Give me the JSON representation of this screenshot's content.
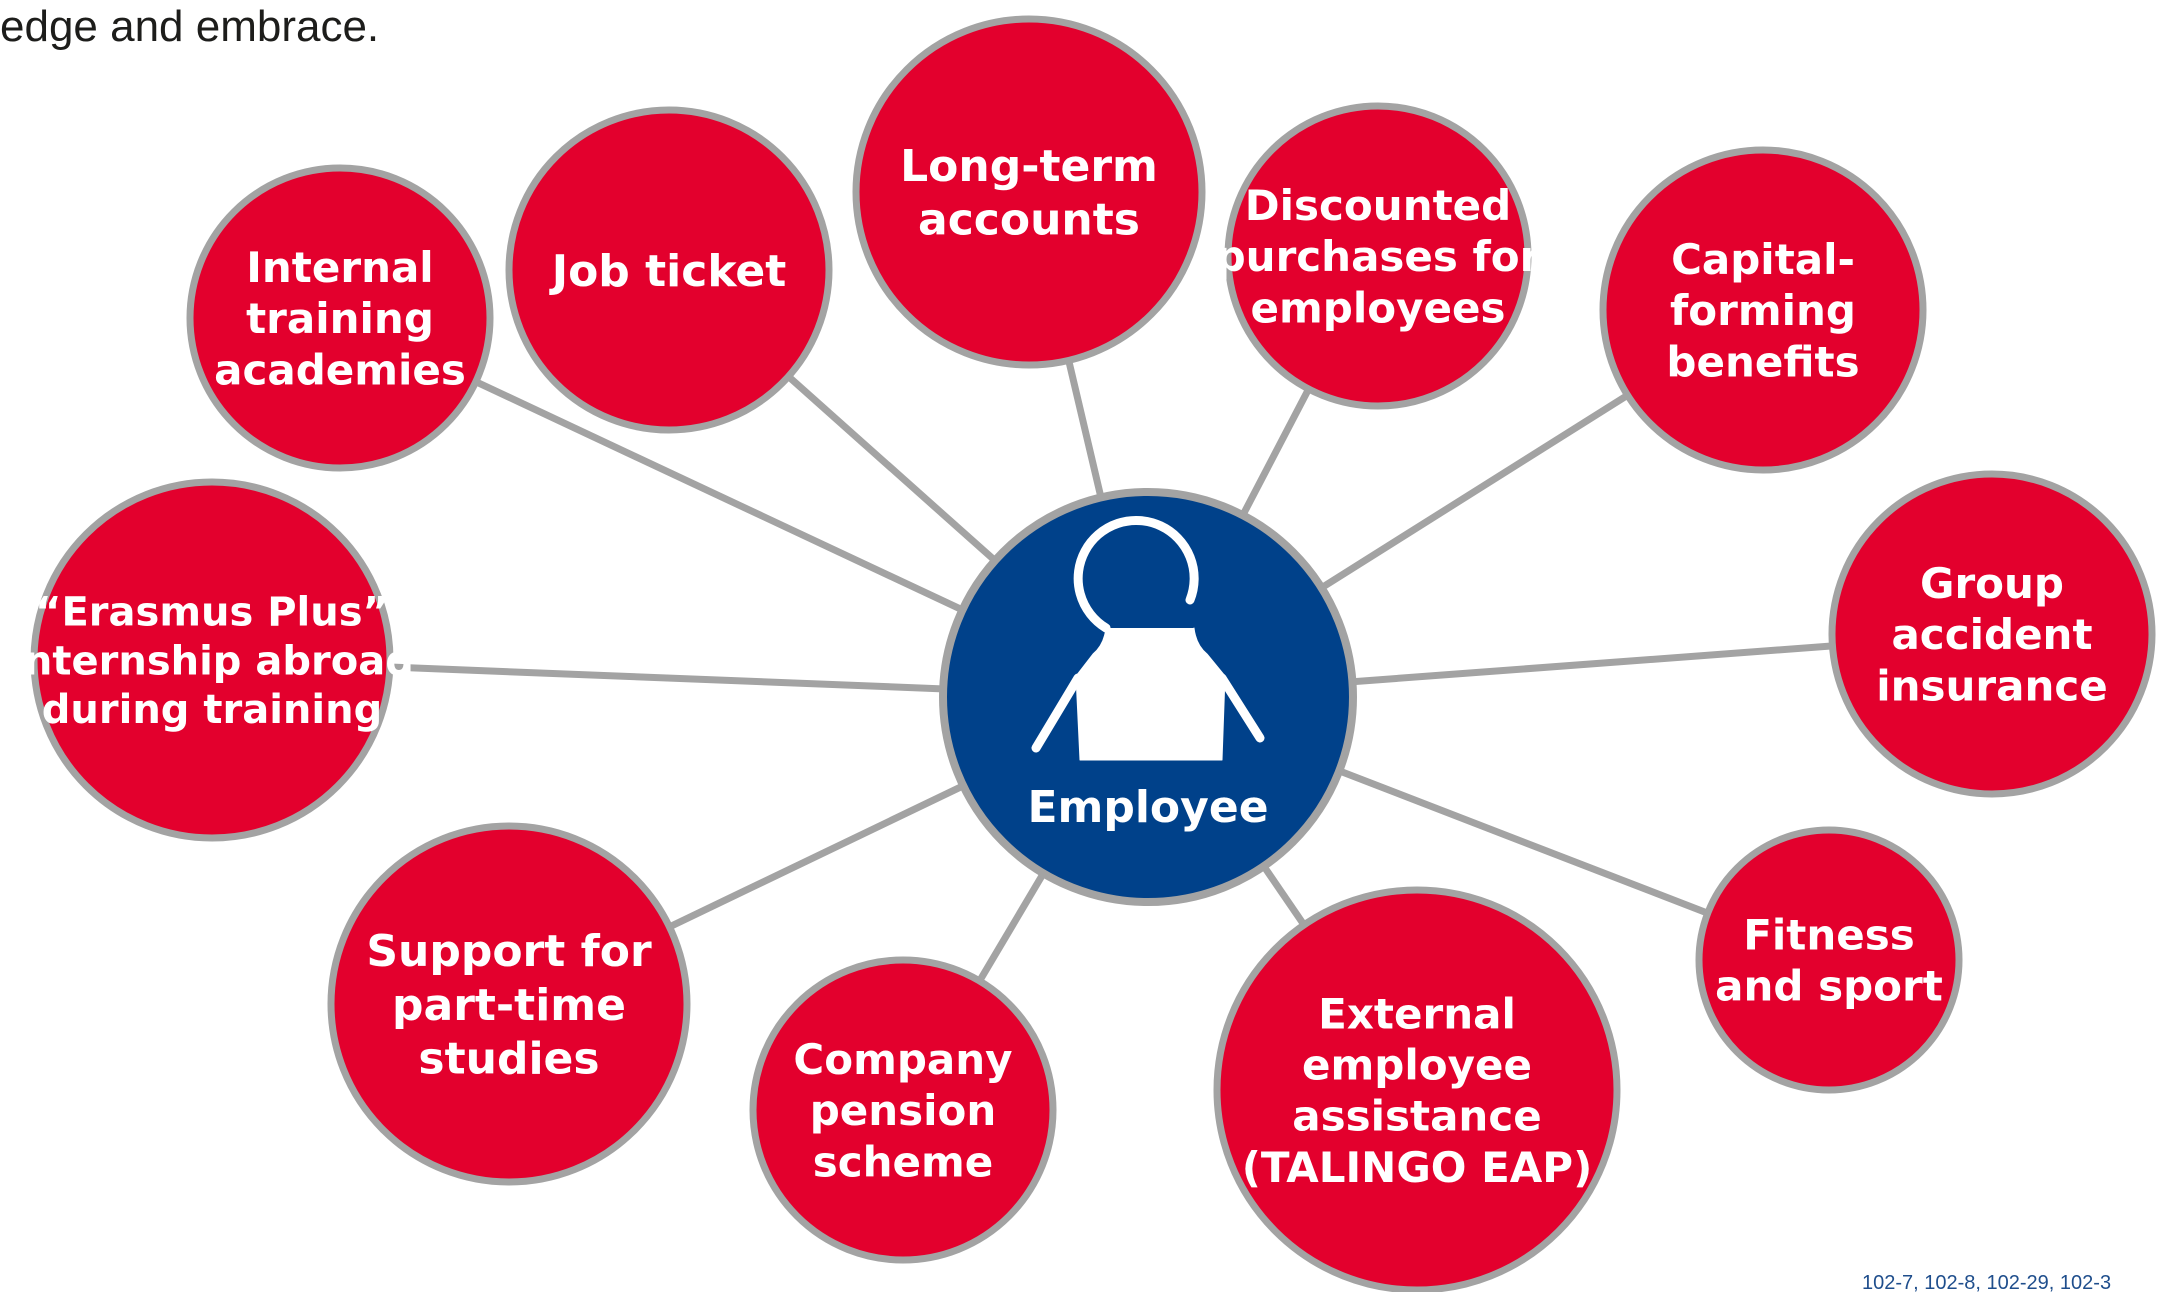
{
  "intro_text": "edge and embrace.",
  "center": {
    "label": "Employee",
    "icon": "person-icon",
    "color": "#00418a"
  },
  "bubble_color": "#e3002d",
  "ring_color": "#a3a3a3",
  "connector_color": "#a3a3a3",
  "benefits": [
    {
      "id": "internal-training-academies",
      "lines": [
        "Internal",
        "training",
        "academies"
      ]
    },
    {
      "id": "job-ticket",
      "lines": [
        "Job ticket"
      ]
    },
    {
      "id": "long-term-accounts",
      "lines": [
        "Long-term",
        "accounts"
      ]
    },
    {
      "id": "discounted-purchases",
      "lines": [
        "Discounted",
        "purchases for",
        "employees"
      ]
    },
    {
      "id": "capital-forming-benefits",
      "lines": [
        "Capital-",
        "forming",
        "benefits"
      ]
    },
    {
      "id": "erasmus-plus-internship",
      "lines": [
        "“Erasmus Plus”",
        "internship abroad",
        "during training"
      ]
    },
    {
      "id": "group-accident-insurance",
      "lines": [
        "Group",
        "accident",
        "insurance"
      ]
    },
    {
      "id": "support-part-time-studies",
      "lines": [
        "Support for",
        "part-time",
        "studies"
      ]
    },
    {
      "id": "company-pension-scheme",
      "lines": [
        "Company",
        "pension",
        "scheme"
      ]
    },
    {
      "id": "external-employee-assistance",
      "lines": [
        "External",
        "employee",
        "assistance",
        "(TALINGO EAP)"
      ]
    },
    {
      "id": "fitness-and-sport",
      "lines": [
        "Fitness",
        "and sport"
      ]
    }
  ],
  "footer_reference": "102-7, 102-8, 102-29, 102-3"
}
